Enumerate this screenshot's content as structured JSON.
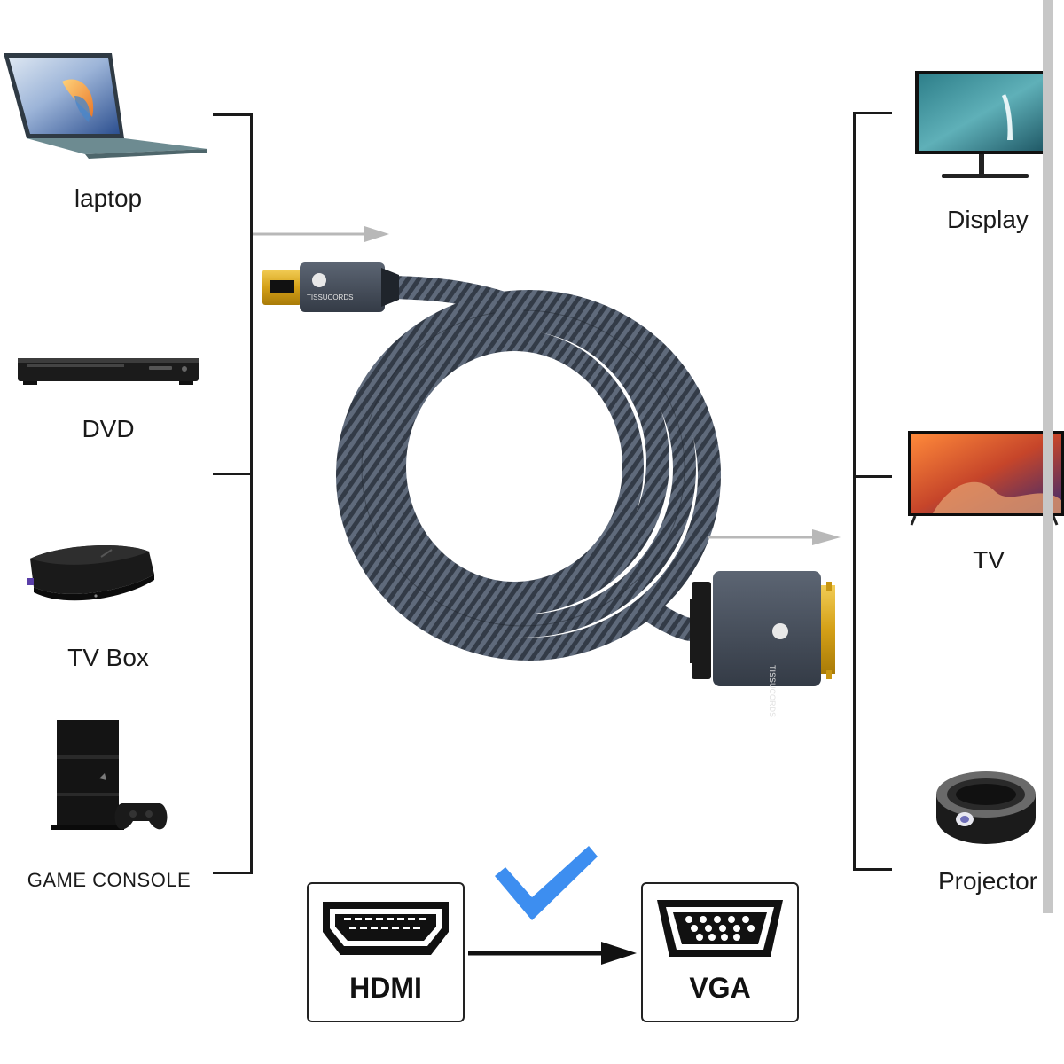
{
  "sources": [
    {
      "id": "laptop",
      "label": "laptop",
      "icon": "laptop-icon"
    },
    {
      "id": "dvd",
      "label": "DVD",
      "icon": "dvd-player-icon"
    },
    {
      "id": "tvbox",
      "label": "TV Box",
      "icon": "tv-box-icon"
    },
    {
      "id": "console",
      "label": "GAME CONSOLE",
      "icon": "game-console-icon"
    }
  ],
  "outputs": [
    {
      "id": "display",
      "label": "Display",
      "icon": "monitor-icon"
    },
    {
      "id": "tv",
      "label": "TV",
      "icon": "tv-icon"
    },
    {
      "id": "projector",
      "label": "Projector",
      "icon": "projector-icon"
    }
  ],
  "cable": {
    "brand_text": "TISSUCORDS",
    "hdmi_icon": "hdmi-connector-icon",
    "vga_icon": "vga-connector-icon"
  },
  "conversion": {
    "from_label": "HDMI",
    "to_label": "VGA",
    "check_icon": "checkmark-icon",
    "arrow_icon": "arrow-right-icon"
  },
  "colors": {
    "check": "#3d8ef0",
    "cable": "#3a4250",
    "gold": "#d4a017",
    "arrow_gray": "#b8b8b8"
  }
}
